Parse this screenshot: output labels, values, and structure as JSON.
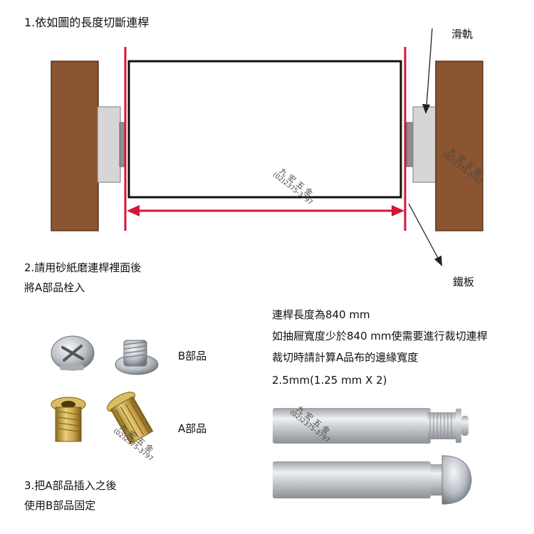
{
  "step1": "1.依如圖的長度切斷連桿",
  "label_rail": "滑軌",
  "label_plate": "鐵板",
  "step2_line1": "2.請用砂紙磨連桿裡面後",
  "step2_line2": "將A部品栓入",
  "part_b_label": "B部品",
  "part_a_label": "A部品",
  "step3_line1": "3.把A部品插入之後",
  "step3_line2": "使用B部品固定",
  "note_line1": "連桿長度為840 mm",
  "note_line2": "如抽屜寬度少於840 mm使需要進行裁切連桿",
  "note_line3": "裁切時請計算A品布的邊緣寬度",
  "note_line4": "2.5mm(1.25 mm X 2)",
  "watermark_name": "九宏五金",
  "watermark_phone": "(02)2375-3797",
  "colors": {
    "wood": "#8a5530",
    "wood_edge": "#6a3f22",
    "rail": "#d6d6d6",
    "rail_dark": "#9a9a9a",
    "cut_line": "#d4143a",
    "rod": "#c9ccd0"
  }
}
